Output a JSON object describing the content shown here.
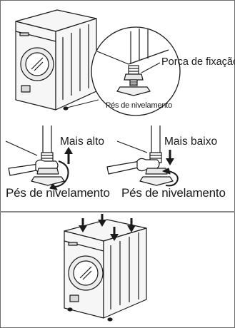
{
  "step1": {
    "callout_nut_label": "Porca de fixação",
    "callout_feet_label": "Pés de nivelamento"
  },
  "step2": {
    "higher": {
      "label": "Mais alto",
      "feet_label": "Pés de nivelamento"
    },
    "lower": {
      "label": "Mais baixo",
      "feet_label": "Pés de nivelamento"
    }
  },
  "colors": {
    "line": "#1a1a1a",
    "machine_fill": "#f6f6f6",
    "panel_shade": "#d8d8d8",
    "border": "#6b6b6b"
  },
  "icons": [
    "washing-machine-icon",
    "leveling-foot-icon",
    "wrench-icon",
    "rotate-arrow-icon",
    "down-arrow-icon",
    "up-arrow-icon"
  ]
}
